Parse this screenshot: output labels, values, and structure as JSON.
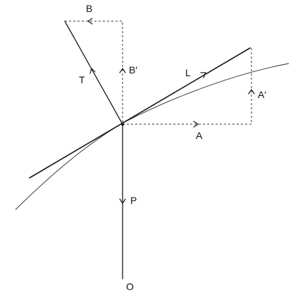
{
  "labels": {
    "B": "B",
    "B_prime": "B′",
    "T": "T",
    "L": "L",
    "A_prime": "A′",
    "A": "A",
    "P": "P",
    "O": "O"
  }
}
